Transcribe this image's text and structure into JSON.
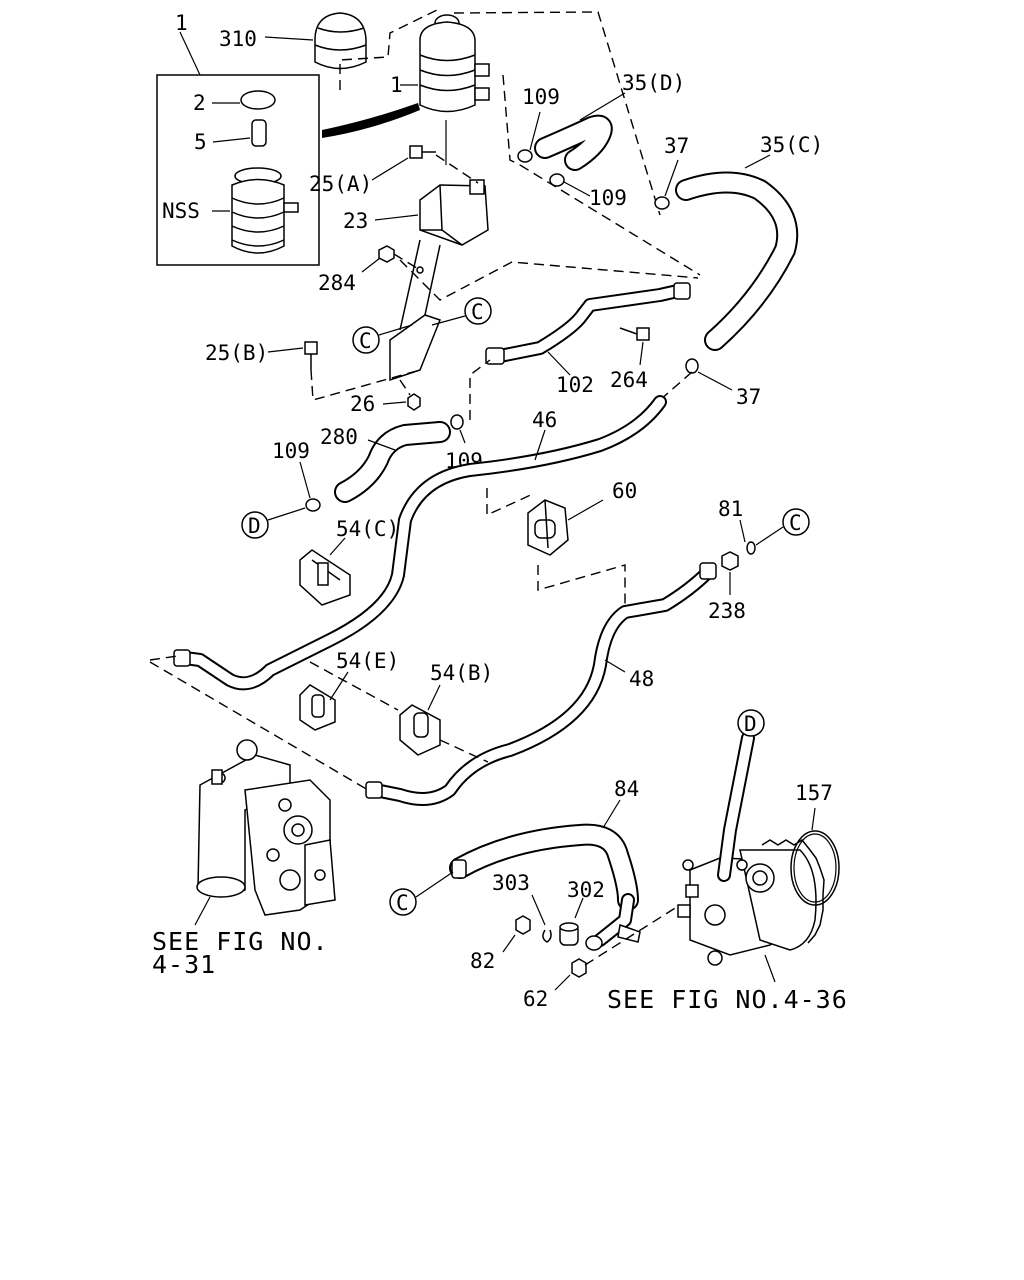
{
  "callouts": {
    "c1": "1",
    "c310": "310",
    "c1b": "1",
    "c2": "2",
    "c5": "5",
    "nss": "NSS",
    "c25a": "25(A)",
    "c23": "23",
    "c284": "284",
    "c25b": "25(B)",
    "c26": "26",
    "c109a": "109",
    "c109b": "109",
    "c109c": "109",
    "c109d": "109",
    "c35d": "35(D)",
    "c37a": "37",
    "c35c": "35(C)",
    "c102": "102",
    "c264": "264",
    "c37b": "37",
    "c280": "280",
    "c46": "46",
    "c60": "60",
    "c54c": "54(C)",
    "c81": "81",
    "c238": "238",
    "c48": "48",
    "c54e": "54(E)",
    "c54b": "54(B)",
    "c84": "84",
    "c157": "157",
    "c303": "303",
    "c302": "302",
    "c82": "82",
    "c62": "62"
  },
  "connectors": {
    "c_top1": "C",
    "c_top2": "C",
    "c_right": "C",
    "c_bottom": "C",
    "d_left": "D",
    "d_right": "D"
  },
  "references": {
    "gear_line1": "SEE FIG NO.",
    "gear_line2": "4-31",
    "pump": "SEE FIG NO.4-36"
  }
}
